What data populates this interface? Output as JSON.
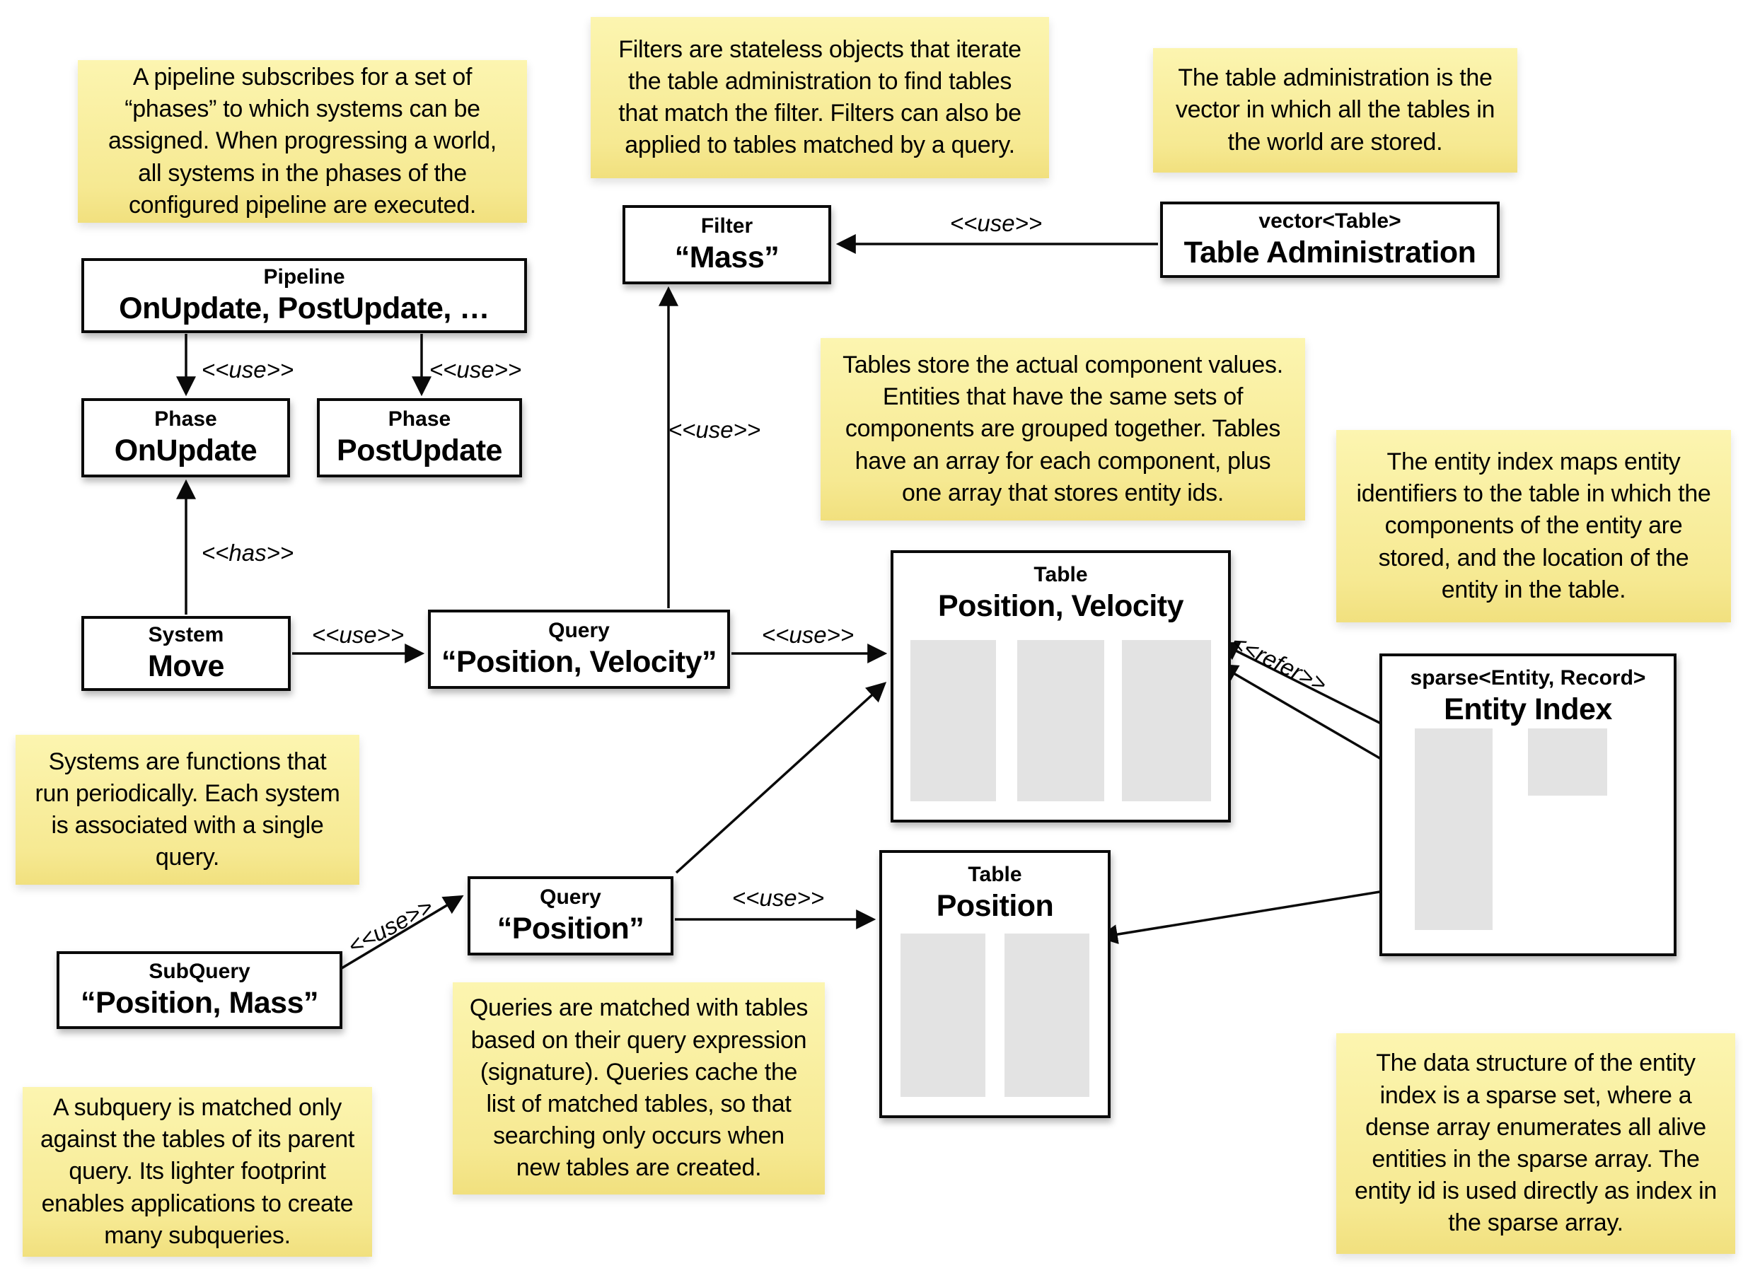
{
  "diagram_title": "ECS framework architecture (pipelines, systems, queries, tables, entity index)",
  "colors": {
    "note_bg_top": "#fcf5b0",
    "note_bg_bottom": "#f1e07e",
    "box_border": "#0a0a0a",
    "box_bg": "#ffffff",
    "array_fill": "#e3e3e3",
    "line": "#0a0a0a"
  },
  "labels": {
    "use": "<<use>>",
    "has": "<<has>>",
    "refer": "<<refer>>"
  },
  "notes": {
    "pipeline": "A pipeline subscribes for a set of “phases” to which systems can be assigned. When progressing a world, all systems in the phases of the configured pipeline are executed.",
    "filters": "Filters are stateless objects that iterate the table administration to find tables that match the filter. Filters can also be applied to tables matched by a query.",
    "table_admin": "The table administration is the vector in which all the tables in the world are stored.",
    "tables": "Tables store the actual component values. Entities that have the same sets of components are grouped together. Tables have an array for each component, plus one array that stores entity ids.",
    "entity_index": "The entity index maps entity identifiers to the table in which the components of the entity are stored, and the location of the entity in the table.",
    "systems": "Systems are functions that run periodically. Each system is associated with a single query.",
    "queries": "Queries are matched with tables based on their query expression (signature). Queries cache the list of matched tables, so that searching only occurs when new tables are created.",
    "subquery": "A subquery is matched only against the tables of its parent query. Its lighter footprint enables applications to create many subqueries.",
    "sparse_set": "The data structure of the entity index is a sparse set, where a dense array enumerates all alive entities in the sparse array. The entity id is used directly as index in the sparse array."
  },
  "boxes": {
    "pipeline": {
      "type": "Pipeline",
      "name": "OnUpdate, PostUpdate, …"
    },
    "phase_onupdate": {
      "type": "Phase",
      "name": "OnUpdate"
    },
    "phase_postupdate": {
      "type": "Phase",
      "name": "PostUpdate"
    },
    "system_move": {
      "type": "System",
      "name": "Move"
    },
    "query_pv": {
      "type": "Query",
      "name": "“Position, Velocity”"
    },
    "filter_mass": {
      "type": "Filter",
      "name": "“Mass”"
    },
    "table_admin": {
      "type": "vector<Table>",
      "name": "Table Administration"
    },
    "table_pv": {
      "type": "Table",
      "name": "Position, Velocity"
    },
    "table_p": {
      "type": "Table",
      "name": "Position"
    },
    "entity_index": {
      "type": "sparse<Entity, Record>",
      "name": "Entity Index"
    },
    "subquery": {
      "type": "SubQuery",
      "name": "“Position, Mass”"
    },
    "query_p": {
      "type": "Query",
      "name": "“Position”"
    }
  }
}
